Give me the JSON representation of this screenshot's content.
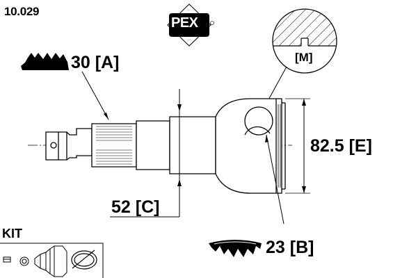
{
  "part_number": "10.029",
  "brand": {
    "logo_text": "PEX",
    "registered_mark": "®"
  },
  "dimensions": {
    "a": "30 [A]",
    "c": "52 [C]",
    "e": "82.5 [E]",
    "b": "23 [B]"
  },
  "detail_marker": "[M]",
  "kit": {
    "label": "KIT"
  },
  "icons": [
    "pex-logo-icon",
    "spline-teeth-icon",
    "abs-ring-teeth-icon",
    "kit-clamp-icon",
    "kit-boot-icon",
    "kit-band-icon",
    "dimension-arrow-icon"
  ]
}
